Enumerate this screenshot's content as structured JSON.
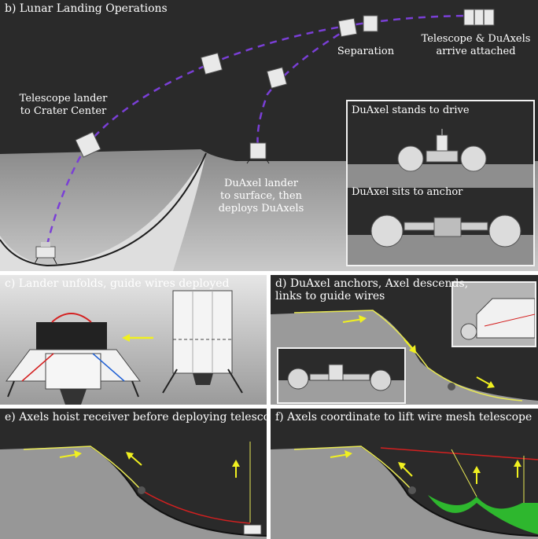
{
  "panels": {
    "b": {
      "title": "b) Lunar Landing Operations",
      "labels": {
        "telescope_lander": "Telescope lander\nto Crater Center",
        "separation": "Separation",
        "arrive": "Telescope & DuAxels\narrive attached",
        "duaxel_lander": "DuAxel lander\nto surface, then\ndeploys DuAxels"
      },
      "inset": {
        "stand": "DuAxel stands to drive",
        "sit": "DuAxel sits to anchor"
      }
    },
    "c": {
      "title": "c) Lander unfolds, guide wires deployed"
    },
    "d": {
      "title": "d) DuAxel anchors, Axel descends,\nlinks to guide wires"
    },
    "e": {
      "title": "e) Axels hoist receiver before deploying telescope"
    },
    "f": {
      "title": "f) Axels coordinate to lift wire mesh telescope"
    }
  },
  "colors": {
    "trajectory": "#7a3fd6",
    "arrow": "#f0f020",
    "guide_wire": "#d42020",
    "mesh": "#2fd02f",
    "background": "#2a2a2a"
  }
}
